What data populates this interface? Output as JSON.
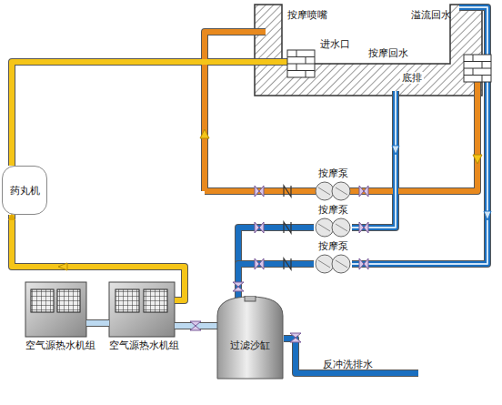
{
  "diagram": {
    "nodes": [
      {
        "text": [
          "药丸机"
        ]
      },
      {
        "text": [
          "按摩泵"
        ]
      },
      {
        "text": [
          "按摩泵"
        ]
      },
      {
        "text": [
          "按摩泵"
        ]
      },
      {
        "text": [
          "空气源热水机组"
        ]
      },
      {
        "text": [
          "空气源热水机组"
        ]
      },
      {
        "text": [
          "过滤沙缸"
        ]
      }
    ],
    "edges": [
      {
        "from": 5,
        "to": 0,
        "arrow": "to"
      },
      {
        "from": 6,
        "to": 5,
        "arrow": "none"
      },
      {
        "from": 5,
        "to": 4,
        "arrow": "none"
      },
      {
        "from": 2,
        "to": 6,
        "arrow": "none"
      },
      {
        "from": 3,
        "to": 6,
        "arrow": "none"
      }
    ],
    "labels": [
      "按摩喷嘴",
      "溢流回水",
      "进水口",
      "按摩回水",
      "底排",
      "反冲洗排水"
    ]
  }
}
